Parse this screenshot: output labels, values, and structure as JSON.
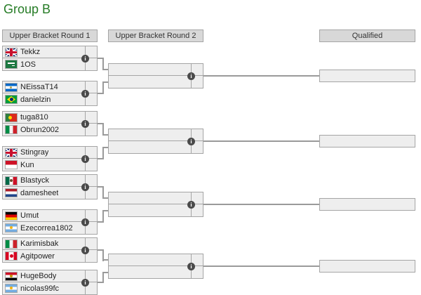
{
  "title": "Group B",
  "accent_color": "#267c26",
  "columns": [
    {
      "label": "Upper Bracket Round 1"
    },
    {
      "label": "Upper Bracket Round 2"
    },
    {
      "label": "Qualified"
    }
  ],
  "icons": {
    "info_glyph": "i"
  },
  "round1_matches": [
    {
      "players": [
        {
          "name": "Tekkz",
          "flag": "gb",
          "country": "United Kingdom",
          "score": ""
        },
        {
          "name": "1OS",
          "flag": "sa",
          "country": "Saudi Arabia",
          "score": ""
        }
      ]
    },
    {
      "players": [
        {
          "name": "NEissaT14",
          "flag": "ni",
          "country": "Nicaragua",
          "score": ""
        },
        {
          "name": "danielzin",
          "flag": "br",
          "country": "Brazil",
          "score": ""
        }
      ]
    },
    {
      "players": [
        {
          "name": "tuga810",
          "flag": "pt",
          "country": "Portugal",
          "score": ""
        },
        {
          "name": "Obrun2002",
          "flag": "it",
          "country": "Italy",
          "score": ""
        }
      ]
    },
    {
      "players": [
        {
          "name": "Stingray",
          "flag": "gb",
          "country": "United Kingdom",
          "score": ""
        },
        {
          "name": "Kun",
          "flag": "id",
          "country": "Indonesia",
          "score": ""
        }
      ]
    },
    {
      "players": [
        {
          "name": "Blastyck",
          "flag": "mx",
          "country": "Mexico",
          "score": ""
        },
        {
          "name": "damesheet",
          "flag": "nl",
          "country": "Netherlands",
          "score": ""
        }
      ]
    },
    {
      "players": [
        {
          "name": "Umut",
          "flag": "de",
          "country": "Germany",
          "score": ""
        },
        {
          "name": "Ezecorrea1802",
          "flag": "ar",
          "country": "Argentina",
          "score": ""
        }
      ]
    },
    {
      "players": [
        {
          "name": "Karimisbak",
          "flag": "it",
          "country": "Italy",
          "score": ""
        },
        {
          "name": "Agitpower",
          "flag": "ca",
          "country": "Canada",
          "score": ""
        }
      ]
    },
    {
      "players": [
        {
          "name": "HugeBody",
          "flag": "eg",
          "country": "Egypt",
          "score": ""
        },
        {
          "name": "nicolas99fc",
          "flag": "ar",
          "country": "Argentina",
          "score": ""
        }
      ]
    }
  ],
  "round2_matches": [
    {
      "players": [
        {
          "name": "",
          "score": ""
        },
        {
          "name": "",
          "score": ""
        }
      ]
    },
    {
      "players": [
        {
          "name": "",
          "score": ""
        },
        {
          "name": "",
          "score": ""
        }
      ]
    },
    {
      "players": [
        {
          "name": "",
          "score": ""
        },
        {
          "name": "",
          "score": ""
        }
      ]
    },
    {
      "players": [
        {
          "name": "",
          "score": ""
        },
        {
          "name": "",
          "score": ""
        }
      ]
    }
  ],
  "qualified_slots": [
    {
      "name": ""
    },
    {
      "name": ""
    },
    {
      "name": ""
    },
    {
      "name": ""
    }
  ]
}
